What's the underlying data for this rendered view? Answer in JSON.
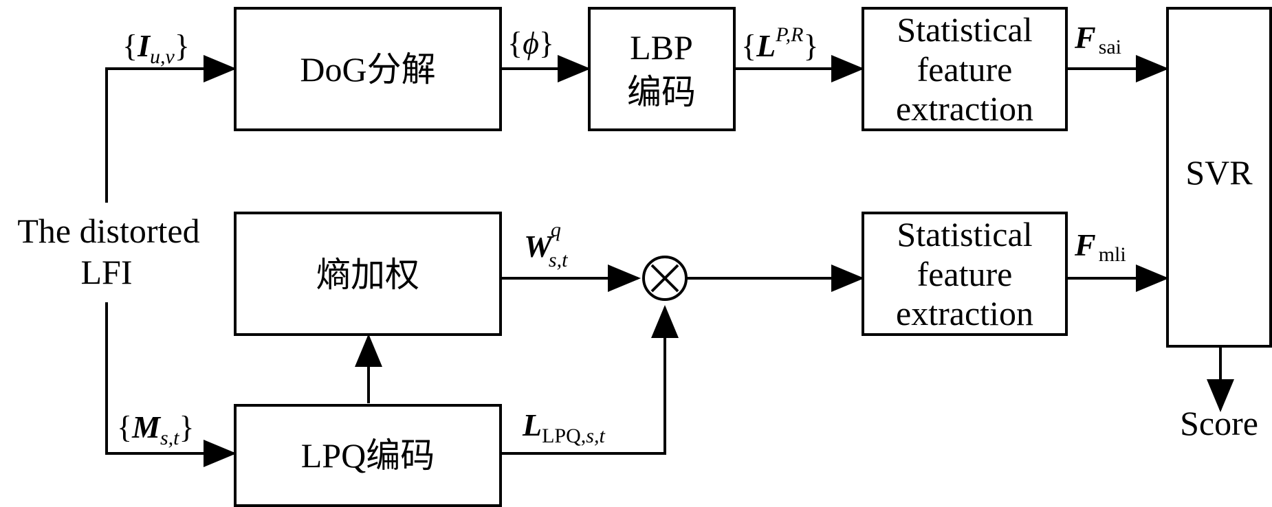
{
  "blocks": {
    "dog": "DoG分解",
    "lbp_line1": "LBP",
    "lbp_line2": "编码",
    "sfe_top": [
      "Statistical",
      "feature",
      "extraction"
    ],
    "entropy": "熵加权",
    "lpq": "LPQ编码",
    "sfe_bottom": [
      "Statistical",
      "feature",
      "extraction"
    ],
    "svr": "SVR"
  },
  "labels": {
    "input_line1": "The distorted",
    "input_line2": "LFI",
    "score": "Score",
    "lbrace": "{",
    "rbrace": "}",
    "I": "I",
    "I_sub": "u,v",
    "phi": "ϕ",
    "L": "L",
    "L_sup": "P,R",
    "F": "F",
    "F_sai_sub": "sai",
    "W": "W",
    "W_sup": "q",
    "W_sub": "s,t",
    "F_mli_sub": "mli",
    "M": "M",
    "M_sub": "s,t",
    "L_lpq_sub_prefix": "LPQ,",
    "L_lpq_sub_italic": "s,t",
    "multiply": "×"
  }
}
